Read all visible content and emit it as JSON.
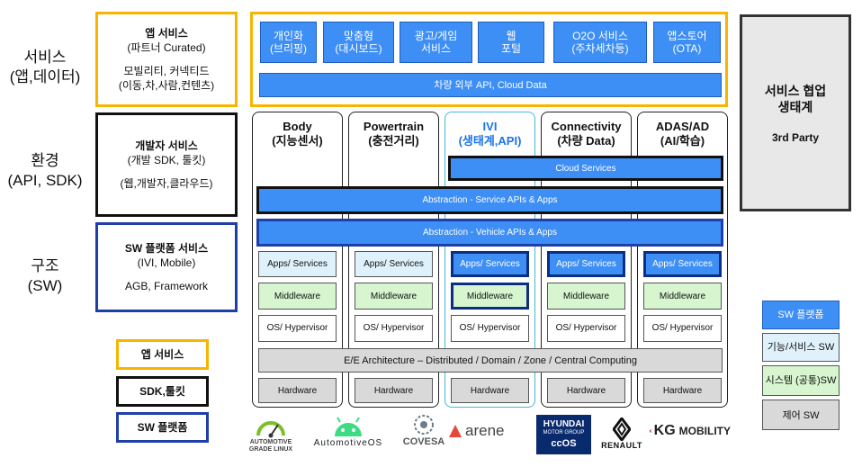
{
  "left_labels": {
    "service": {
      "line1": "서비스",
      "line2": "(앱,데이터)"
    },
    "env": {
      "line1": "환경",
      "line2": "(API, SDK)"
    },
    "struct": {
      "line1": "구조",
      "line2": "(SW)"
    }
  },
  "boxes": {
    "app_service": {
      "title": "앱 서비스",
      "sub": "(파트너 Curated)",
      "line3": "모빌리티, 커넥티드",
      "line4": "(이동,차,사람,컨텐츠)"
    },
    "dev_service": {
      "title": "개발자 서비스",
      "sub": "(개발 SDK, 툴킷)",
      "line3": "(웹,개발자,클라우드)"
    },
    "sw_platform": {
      "title": "SW 플랫폼 서비스",
      "sub": "(IVI, Mobile)",
      "line3": "AGB, Framework"
    }
  },
  "legend_left": {
    "app": "앱 서비스",
    "sdk": "SDK,툴킷",
    "sw": "SW 플랫폼"
  },
  "top_services": [
    {
      "l1": "개인화",
      "l2": "(브리핑)"
    },
    {
      "l1": "맞춤형",
      "l2": "(대시보드)"
    },
    {
      "l1": "광고/게임",
      "l2": "서비스"
    },
    {
      "l1": "웹",
      "l2": "포털"
    },
    {
      "l1": "O2O 서비스",
      "l2": "(주차세차등)"
    },
    {
      "l1": "앱스토어",
      "l2": "(OTA)"
    }
  ],
  "top_band": "차량 외부 API, Cloud Data",
  "columns": [
    {
      "title": "Body",
      "sub": "(지능센서)",
      "apps": "Apps/ Services",
      "mw": "Middleware",
      "os": "OS/ Hypervisor",
      "hw": "Hardware"
    },
    {
      "title": "Powertrain",
      "sub": "(충전거리)",
      "apps": "Apps/ Services",
      "mw": "Middleware",
      "os": "OS/ Hypervisor",
      "hw": "Hardware"
    },
    {
      "title": "IVI",
      "sub": "(생태계,API)",
      "apps": "Apps/ Services",
      "mw": "Middleware",
      "os": "OS/ Hypervisor",
      "hw": "Hardware"
    },
    {
      "title": "Connectivity",
      "sub": "(차량 Data)",
      "apps": "Apps/ Services",
      "mw": "Middleware",
      "os": "OS/ Hypervisor",
      "hw": "Hardware"
    },
    {
      "title": "ADAS/AD",
      "sub": "(AI/학습)",
      "apps": "Apps/ Services",
      "mw": "Middleware",
      "os": "OS/ Hypervisor",
      "hw": "Hardware"
    }
  ],
  "bands": {
    "cloud": "Cloud Services",
    "service_api": "Abstraction - Service APIs & Apps",
    "vehicle_api": "Abstraction - Vehicle APIs & Apps",
    "ee": "E/E Architecture – Distributed / Domain / Zone / Central Computing"
  },
  "right_box": {
    "title1": "서비스 협업",
    "title2": "생태계",
    "sub": "3rd Party"
  },
  "legend_right": {
    "sw": "SW 플랫폼",
    "func": "기능/서비스 SW",
    "sys": "시스템 (공통)SW",
    "ctrl": "제어 SW"
  },
  "logos": {
    "agl": "AUTOMOTIVE GRADE LINUX",
    "android": "AutomotiveOS",
    "covesa": "COVESA",
    "arene": "arene",
    "hyundai": "HYUNDAI",
    "hyundai_sub": "MOTOR GROUP",
    "ccos": "ccOS",
    "renault": "RENAULT",
    "kg_brand": "KG",
    "kg_word": "MOBILITY"
  },
  "colors": {
    "yellow": "#f7b500",
    "blue_dark": "#1e3fa8",
    "accent": "#3d8ef5",
    "teal": "#44b7d8"
  }
}
